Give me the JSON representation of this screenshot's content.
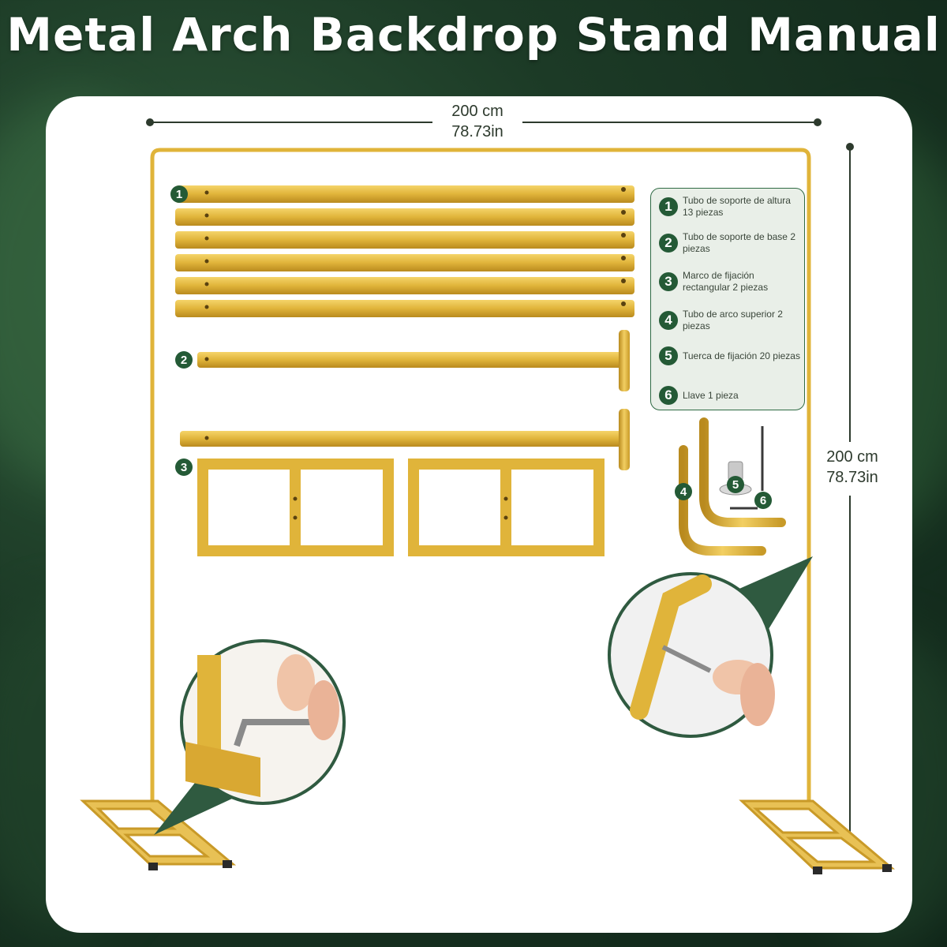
{
  "title": "Metal Arch Backdrop Stand Manual",
  "dimensions": {
    "width_cm": "200 cm",
    "width_in": "78.73in",
    "height_cm": "200 cm",
    "height_in": "78.73in"
  },
  "legend": [
    {
      "num": "1",
      "text": "Tubo de soporte de altura 13 piezas"
    },
    {
      "num": "2",
      "text": "Tubo de soporte de base 2 piezas"
    },
    {
      "num": "3",
      "text": "Marco de fijación rectangular 2 piezas"
    },
    {
      "num": "4",
      "text": "Tubo de arco superior 2 piezas"
    },
    {
      "num": "5",
      "text": "Tuerca de fijación 20 piezas"
    },
    {
      "num": "6",
      "text": "Llave 1 pieza"
    }
  ],
  "part_labels": [
    "1",
    "2",
    "3",
    "4",
    "5",
    "6"
  ],
  "colors": {
    "gold": "#e0b43a",
    "gold_dark": "#b98a1e",
    "badge_green": "#245a36",
    "background_green": "#1c3a26",
    "panel": "#ffffff"
  },
  "icons": [
    "wrench-in-hand-detail",
    "wrench-in-hand-detail-2"
  ]
}
